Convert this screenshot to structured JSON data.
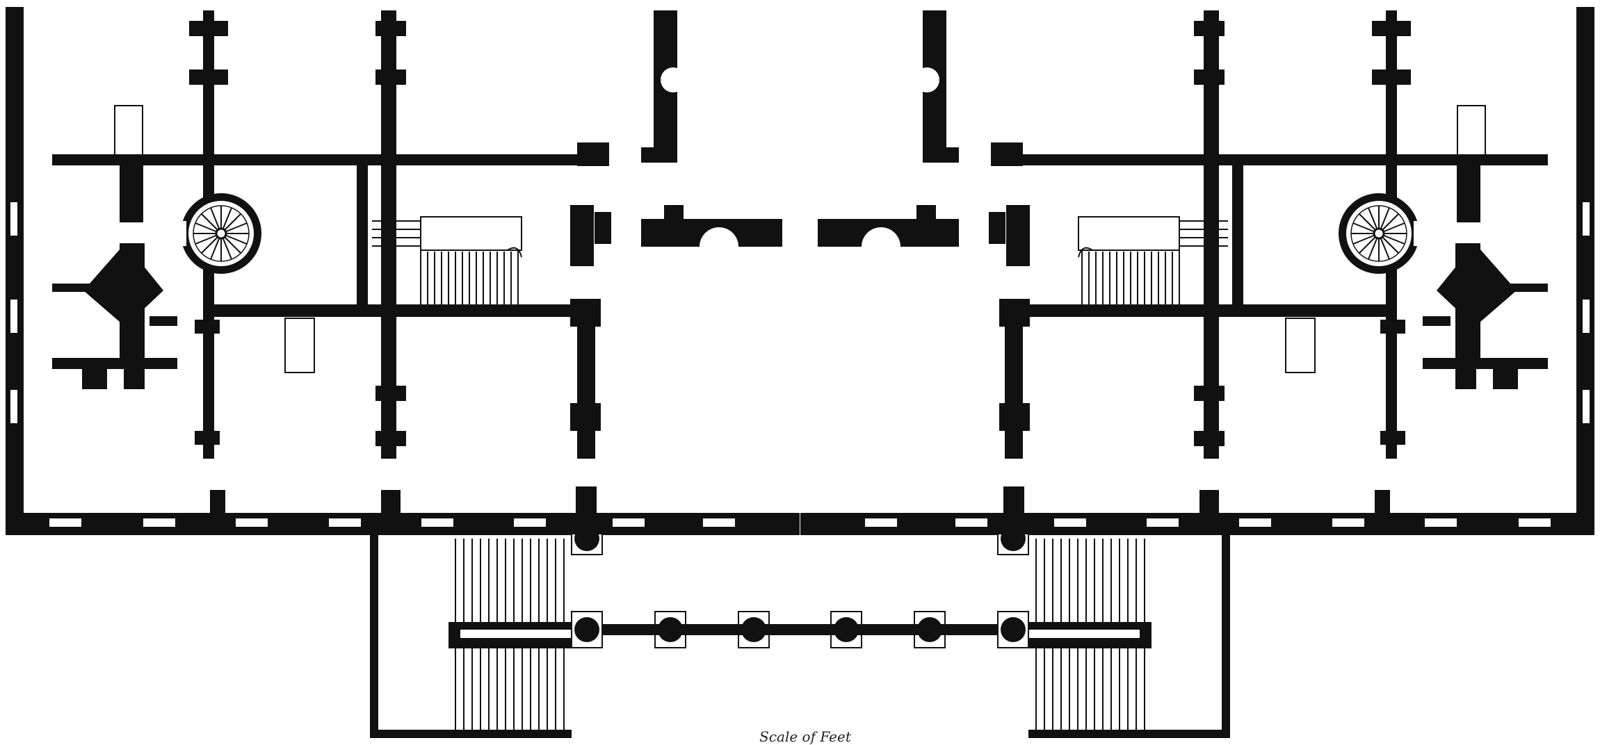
{
  "diagram": {
    "type": "architectural-floor-plan",
    "symmetry": "bilateral",
    "caption": "Scale of Feet",
    "ink_color": "#111111",
    "paper_color": "#ffffff",
    "features": {
      "spiral_stairs": 2,
      "straight_stair_flights": 4,
      "portico_columns": 6,
      "front_windows": 16
    },
    "icons": [
      "spiral-stair-icon",
      "column-icon",
      "stair-flight-icon"
    ]
  }
}
